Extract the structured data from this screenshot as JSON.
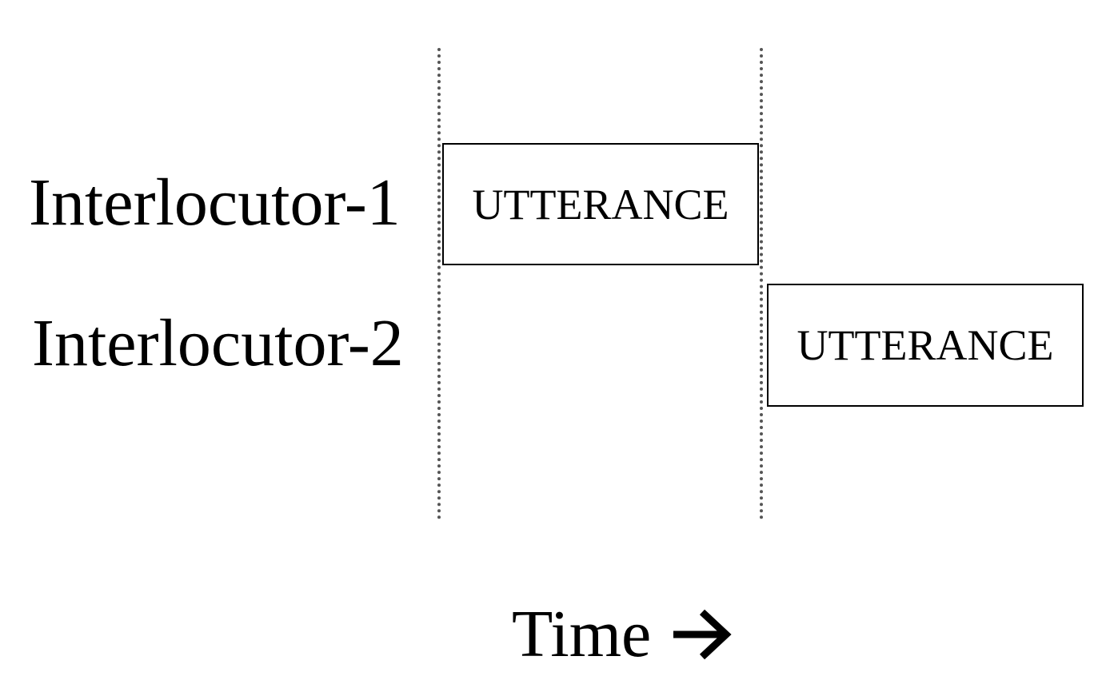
{
  "speakers": [
    {
      "label": "Interlocutor-1",
      "utterance": "UTTERANCE"
    },
    {
      "label": "Interlocutor-2",
      "utterance": "UTTERANCE"
    }
  ],
  "axis": {
    "label": "Time",
    "arrow_icon": "right-arrow-icon"
  },
  "colors": {
    "stroke": "#000000",
    "divider": "#555555",
    "background": "#ffffff"
  }
}
